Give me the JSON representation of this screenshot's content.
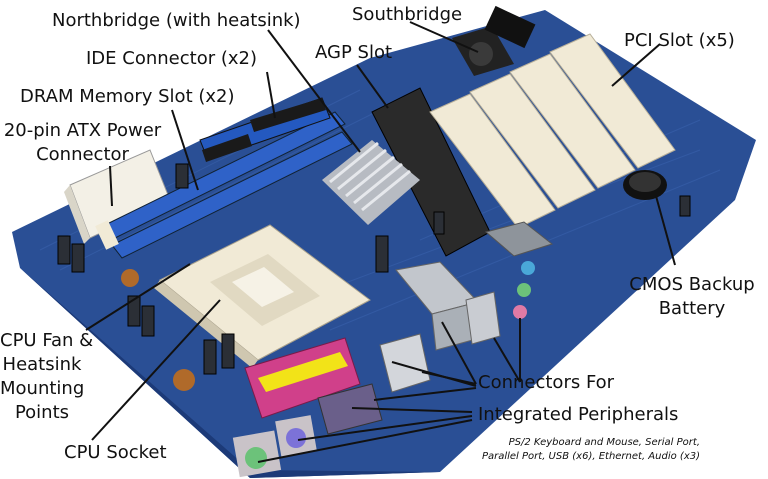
{
  "labels": {
    "northbridge": "Northbridge (with heatsink)",
    "southbridge": "Southbridge",
    "ide": "IDE Connector (x2)",
    "agp": "AGP Slot",
    "pci": "PCI Slot (x5)",
    "dram": "DRAM Memory Slot (x2)",
    "atx_line1": "20-pin ATX Power",
    "atx_line2": "Connector",
    "cmos_line1": "CMOS Backup",
    "cmos_line2": "Battery",
    "cpu_fan_line1": "CPU Fan &",
    "cpu_fan_line2": "Heatsink",
    "cpu_fan_line3": "Mounting",
    "cpu_fan_line4": "Points",
    "cpu_socket": "CPU Socket",
    "connectors_line1": "Connectors For",
    "connectors_line2": "Integrated Peripherals",
    "detail_line1": "PS/2 Keyboard and Mouse, Serial Port,",
    "detail_line2": "Parallel Port, USB (x6), Ethernet, Audio (x3)"
  },
  "colors": {
    "board": "#2a4f95",
    "board_dark": "#1c3a78",
    "dimm": "#2f62c8",
    "ivory": "#f1ead6",
    "agp": "#2a2a2a",
    "heatsink": "#c9ccd1",
    "parallel": "#d0408a",
    "label_yellow": "#f2e318",
    "audio_green": "#6cc27a",
    "audio_blue": "#4aa8d8",
    "audio_pink": "#e07aa5"
  }
}
